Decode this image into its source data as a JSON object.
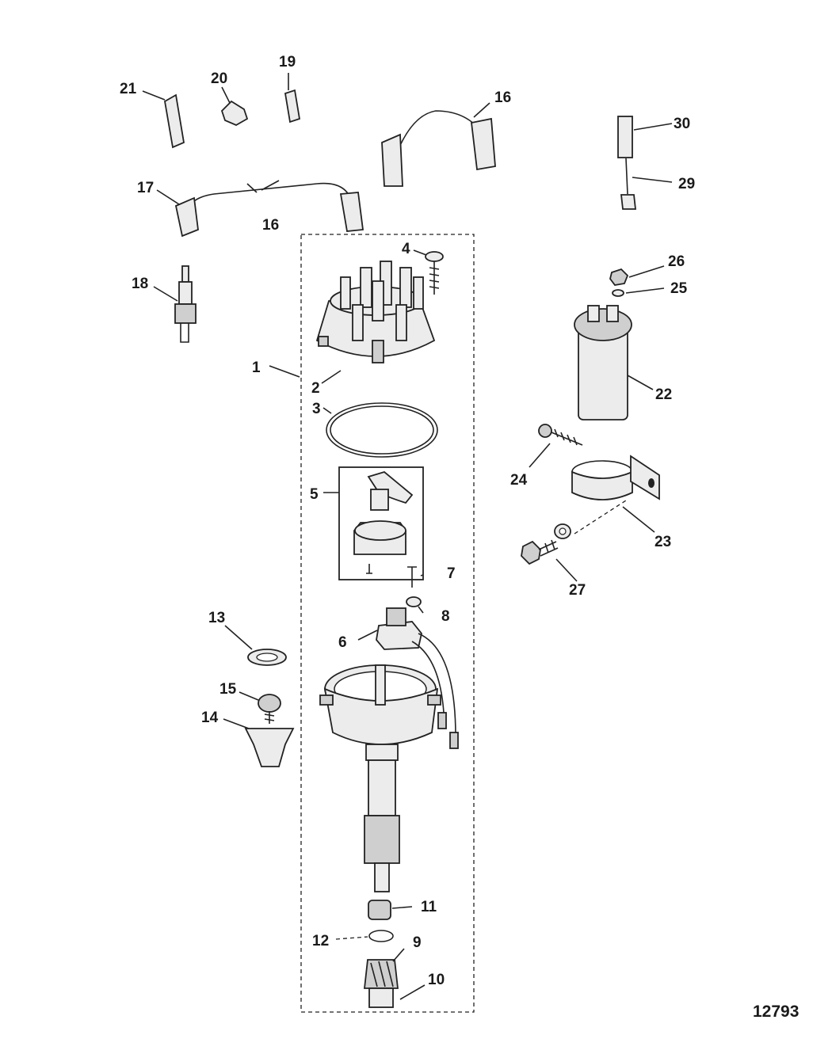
{
  "diagram": {
    "figure_number": "12793",
    "callouts": [
      {
        "id": "c1",
        "text": "1"
      },
      {
        "id": "c2",
        "text": "2"
      },
      {
        "id": "c3",
        "text": "3"
      },
      {
        "id": "c4",
        "text": "4"
      },
      {
        "id": "c5",
        "text": "5"
      },
      {
        "id": "c6",
        "text": "6"
      },
      {
        "id": "c7",
        "text": "7"
      },
      {
        "id": "c8",
        "text": "8"
      },
      {
        "id": "c9",
        "text": "9"
      },
      {
        "id": "c10",
        "text": "10"
      },
      {
        "id": "c11",
        "text": "11"
      },
      {
        "id": "c12",
        "text": "12"
      },
      {
        "id": "c13",
        "text": "13"
      },
      {
        "id": "c14",
        "text": "14"
      },
      {
        "id": "c15",
        "text": "15"
      },
      {
        "id": "c16a",
        "text": "16"
      },
      {
        "id": "c16b",
        "text": "16"
      },
      {
        "id": "c17",
        "text": "17"
      },
      {
        "id": "c18",
        "text": "18"
      },
      {
        "id": "c19",
        "text": "19"
      },
      {
        "id": "c20",
        "text": "20"
      },
      {
        "id": "c21",
        "text": "21"
      },
      {
        "id": "c22",
        "text": "22"
      },
      {
        "id": "c23",
        "text": "23"
      },
      {
        "id": "c24",
        "text": "24"
      },
      {
        "id": "c25",
        "text": "25"
      },
      {
        "id": "c26",
        "text": "26"
      },
      {
        "id": "c27",
        "text": "27"
      },
      {
        "id": "c29",
        "text": "29"
      },
      {
        "id": "c30",
        "text": "30"
      }
    ]
  }
}
